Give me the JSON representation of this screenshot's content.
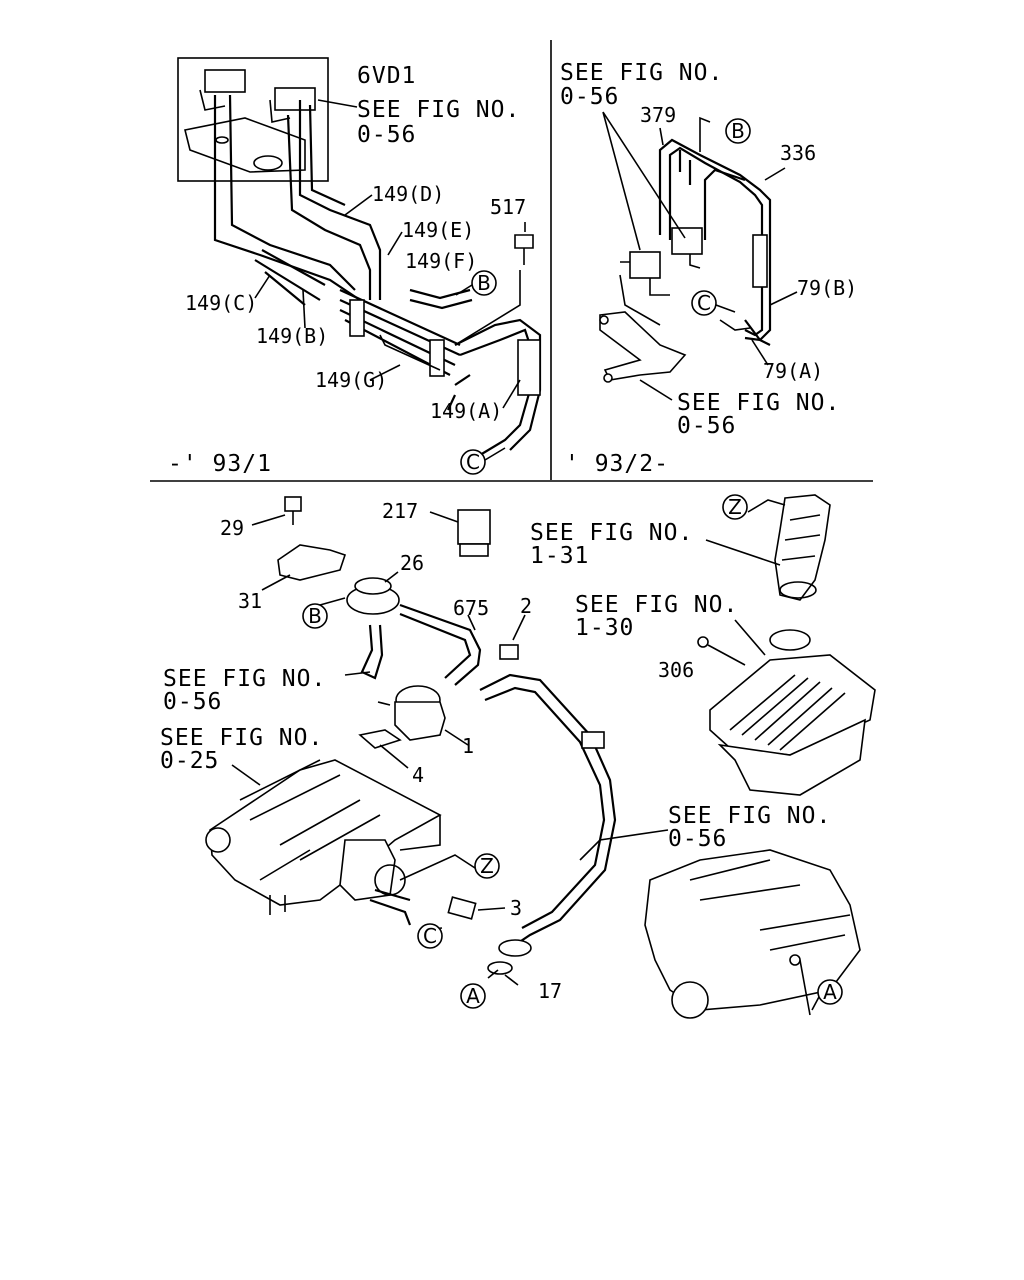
{
  "top_left": {
    "engine": "6VD1",
    "see_fig": "SEE FIG NO.",
    "see_fig_ref": "0-56",
    "parts": {
      "p149D": "149(D)",
      "p149E": "149(E)",
      "p149F": "149(F)",
      "p517": "517",
      "p149C": "149(C)",
      "p149B": "149(B)",
      "p149G": "149(G)",
      "p149A": "149(A)"
    },
    "callout_B": "B",
    "callout_C": "C",
    "period": "-' 93/1"
  },
  "top_right": {
    "see_fig_1": "SEE FIG NO.",
    "see_fig_1_ref": "0-56",
    "parts": {
      "p379": "379",
      "p336": "336",
      "p79B": "79(B)",
      "p79A": "79(A)"
    },
    "see_fig_2": "SEE FIG NO.",
    "see_fig_2_ref": "0-56",
    "callout_B": "B",
    "callout_C": "C",
    "period": "' 93/2-"
  },
  "bottom": {
    "parts": {
      "p29": "29",
      "p217": "217",
      "p26": "26",
      "p31": "31",
      "p675": "675",
      "p2": "2",
      "p306": "306",
      "p1": "1",
      "p4": "4",
      "p3": "3",
      "p17": "17"
    },
    "see_fig_131": "SEE FIG NO.",
    "see_fig_131_ref": "1-31",
    "see_fig_130": "SEE FIG NO.",
    "see_fig_130_ref": "1-30",
    "see_fig_056a": "SEE FIG NO.",
    "see_fig_056a_ref": "0-56",
    "see_fig_025": "SEE FIG NO.",
    "see_fig_025_ref": "0-25",
    "see_fig_056b": "SEE FIG NO.",
    "see_fig_056b_ref": "0-56",
    "callout_Z1": "Z",
    "callout_Z2": "Z",
    "callout_B": "B",
    "callout_C": "C",
    "callout_A1": "A",
    "callout_A2": "A"
  }
}
